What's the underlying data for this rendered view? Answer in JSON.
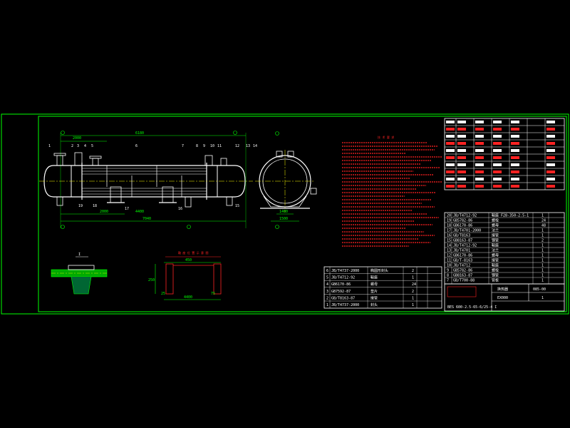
{
  "balloons_front": [
    "1",
    "2",
    "3",
    "4",
    "5",
    "6",
    "7",
    "8",
    "9",
    "10",
    "11",
    "12",
    "13",
    "14",
    "15",
    "16",
    "17",
    "18",
    "19"
  ],
  "dims_front": {
    "top_a": "2000",
    "top_b": "6180",
    "mid": "4400",
    "left": "2000",
    "total": "7040"
  },
  "dims_section": {
    "bottom_a": "1400",
    "bottom_b": "1500"
  },
  "detail_label": "I",
  "saddle_dims": {
    "length": "4400",
    "height": "250",
    "left": "25",
    "right": "75",
    "top": "450"
  },
  "parts_table_rows": [
    {
      "no": "20",
      "std": "JB/T4712-92",
      "name": "鞍座 F28-350-2.5-1",
      "qty": "1"
    },
    {
      "no": "19",
      "std": "GB5782-86",
      "name": "螺栓",
      "qty": "24"
    },
    {
      "no": "18",
      "std": "GB6170-86",
      "name": "螺母",
      "qty": "48"
    },
    {
      "no": "17",
      "std": "JB/T4701-2000",
      "name": "法兰",
      "qty": "1"
    },
    {
      "no": "16",
      "std": "GB/T8163",
      "name": "接管",
      "qty": "1"
    },
    {
      "no": "15",
      "std": "GB8163-87",
      "name": "钢管",
      "qty": "2"
    },
    {
      "no": "14",
      "std": "JB/T4712-92",
      "name": "鞍座",
      "qty": "1"
    },
    {
      "no": "13",
      "std": "JB/T4701",
      "name": "法兰",
      "qty": "1"
    },
    {
      "no": "12",
      "std": "GB6170-86",
      "name": "螺母",
      "qty": "1"
    },
    {
      "no": "11",
      "std": "GB/T-8163",
      "name": "接管",
      "qty": "1"
    },
    {
      "no": "10",
      "std": "JB/T4712",
      "name": "鞍座",
      "qty": "1"
    },
    {
      "no": "9",
      "std": "GB5782-86",
      "name": "螺栓",
      "qty": "1"
    },
    {
      "no": "8",
      "std": "GB8163-87",
      "name": "钢管",
      "qty": "1"
    },
    {
      "no": "7",
      "std": "GB/T700-88",
      "name": "管板",
      "qty": "1"
    }
  ],
  "bottom_table_rows": [
    {
      "no": "6",
      "std": "JB/T4737-2000",
      "name": "椭圆形封头",
      "qty": "2"
    },
    {
      "no": "5",
      "std": "JB/T4712-92",
      "name": "鞍座",
      "qty": "1"
    },
    {
      "no": "4",
      "std": "GB6170-86",
      "name": "螺母",
      "qty": "24"
    },
    {
      "no": "3",
      "std": "GB7592-87",
      "name": "垫片",
      "qty": "2"
    },
    {
      "no": "2",
      "std": "GB/T8163-87",
      "name": "接管",
      "qty": "1"
    },
    {
      "no": "1",
      "std": "JB/T4737-2000",
      "name": "封头",
      "qty": "1"
    }
  ],
  "title_block": {
    "drawing_title": "换热器",
    "drawing_no": "EX000",
    "sheet": "1",
    "code": "BES 600-2.5-65-6/25-4 I",
    "number": "085-00"
  },
  "colors": {
    "frame": "#00ff00",
    "body": "#ffffff",
    "notes": "#ff2020",
    "dims": "#00ff00",
    "center": "#ffff00",
    "saddle": "#ff2020"
  }
}
